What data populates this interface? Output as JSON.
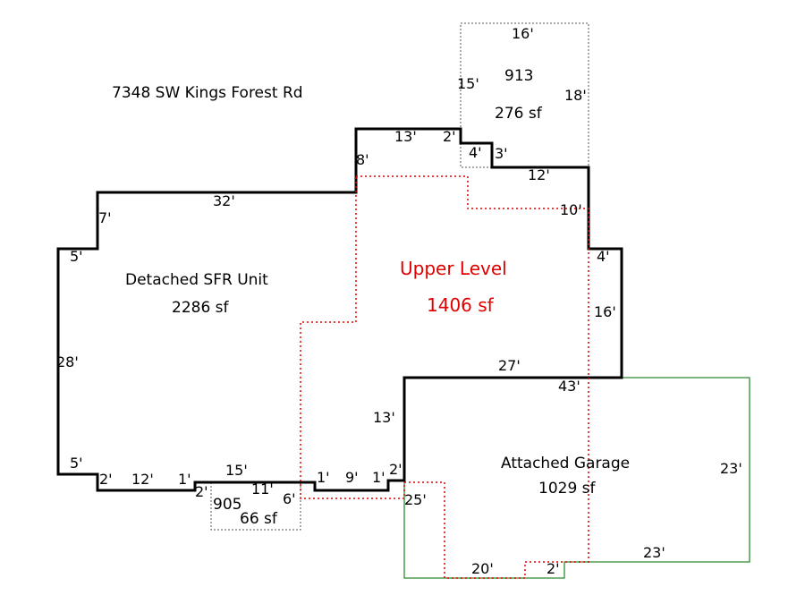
{
  "address": "7348 SW Kings Forest Rd",
  "areas": {
    "main": {
      "name": "Detached SFR Unit",
      "area": "2286 sf"
    },
    "upper": {
      "name": "Upper Level",
      "area": "1406 sf"
    },
    "garage": {
      "name": "Attached Garage",
      "area": "1029 sf"
    },
    "area913": {
      "code": "913",
      "area": "276 sf"
    },
    "area905": {
      "code": "905",
      "area": "66 sf"
    }
  },
  "colors": {
    "main": "#000000",
    "upper": "#e00000",
    "garage": "#2e8b2e",
    "aux": "#555555",
    "blue_dim": "#1f4e9a"
  },
  "dimensions": {
    "d16a": "16'",
    "d15a": "15'",
    "d18": "18'",
    "d13a": "13'",
    "d2a": "2'",
    "d4a": "4'",
    "d3": "3'",
    "d8": "8'",
    "d12a": "12'",
    "d32": "32'",
    "d10": "10'",
    "d7": "7'",
    "d5a": "5'",
    "d4b": "4'",
    "d16b": "16'",
    "d28": "28'",
    "d27": "27'",
    "d43": "43'",
    "d13b": "13'",
    "d5b": "5'",
    "d2b": "2'",
    "d12b": "12'",
    "d1a": "1'",
    "d15b": "15'",
    "d2blue": "2'",
    "d11": "11'",
    "d6": "6'",
    "d1b": "1'",
    "d9": "9'",
    "d1c": "1'",
    "d2c": "2'",
    "d25": "25'",
    "d23a": "23'",
    "d23b": "23'",
    "d20": "20'",
    "d2d": "2'"
  }
}
